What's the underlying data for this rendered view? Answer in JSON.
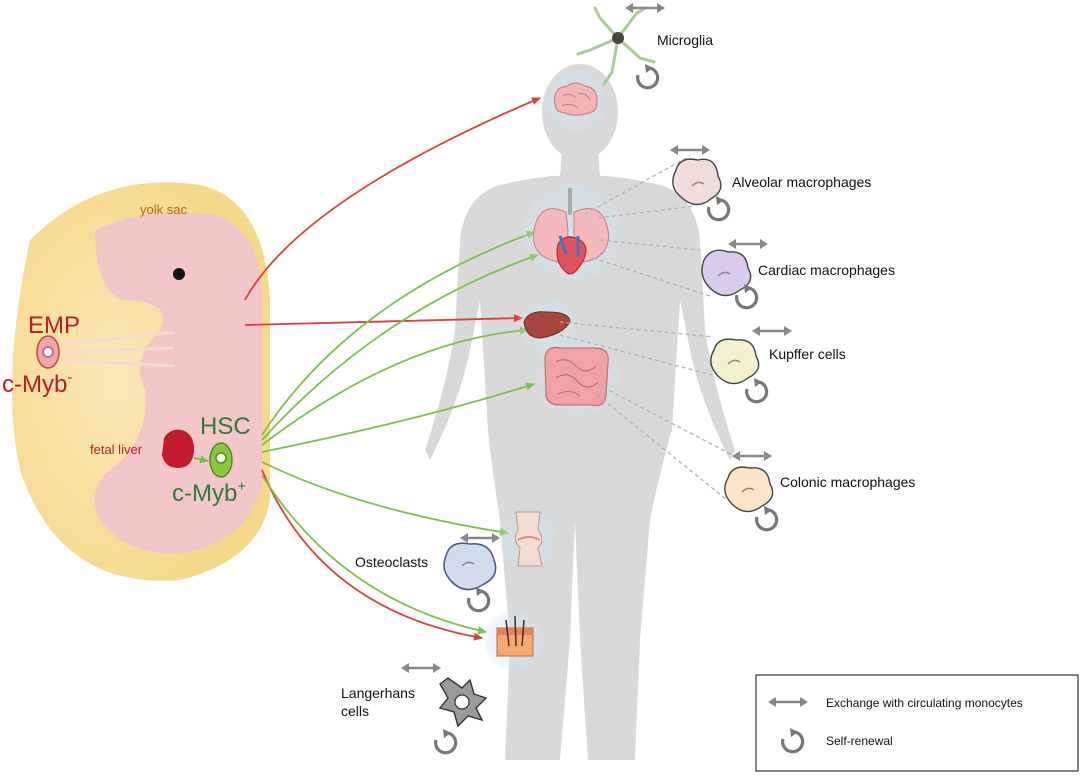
{
  "embryo": {
    "yolk_sac_label": "yolk sac",
    "emp_label": "EMP",
    "cmyb_neg_label": "c-Myb",
    "cmyb_neg_sup": "-",
    "fetal_liver_label": "fetal liver",
    "hsc_label": "HSC",
    "cmyb_pos_label": "c-Myb",
    "cmyb_pos_sup": "+"
  },
  "cells": {
    "microglia": "Microglia",
    "alveolar": "Alveolar macrophages",
    "cardiac": "Cardiac macrophages",
    "kupffer": "Kupffer cells",
    "colonic": "Colonic macrophages",
    "osteoclasts": "Osteoclasts",
    "langerhans_line1": "Langerhans",
    "langerhans_line2": "cells"
  },
  "legend": {
    "exchange": "Exchange with circulating monocytes",
    "self_renewal": "Self-renewal"
  },
  "colors": {
    "emp_red": "#b5202a",
    "hsc_green": "#2e7d32",
    "yolk_sac": "#f6d98a",
    "embryo_pink": "#f3c7c9",
    "body_gray": "#d9d9d9",
    "arrow_gray": "#888888",
    "red_arrow": "#d9413a",
    "green_arrow": "#7cc24a"
  }
}
